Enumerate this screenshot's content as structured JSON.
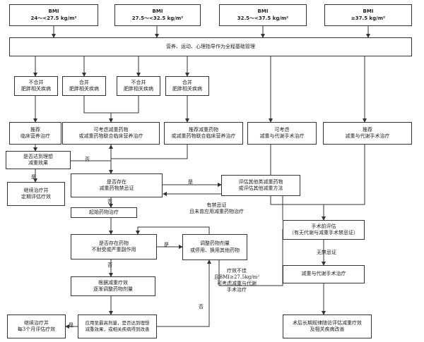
{
  "bmi": [
    {
      "title": "BMI",
      "range": "24～<27.5 kg/m²"
    },
    {
      "title": "BMI",
      "range": "27.5～<32.5 kg/m²"
    },
    {
      "title": "BMI",
      "range": "32.5～<37.5 kg/m²"
    },
    {
      "title": "BMI",
      "range": "≥37.5 kg/m²"
    }
  ],
  "base": "营养、运动、心理指导作为全程基础管理",
  "comorb": [
    "不合并\n肥胖相关疾病",
    "合并\n肥胖相关疾病",
    "不合并\n肥胖相关疾病",
    "合并\n肥胖相关疾病"
  ],
  "rec": {
    "nutrition": "推荐\n临床营养治疗",
    "consider_drug": "可考虑减重药物\n或减重药物联合临床营养治疗",
    "rec_drug": "推荐减重药物\n或减重药物联合临床营养治疗",
    "consider_surgery": "可考虑\n减重与代谢手术治疗",
    "rec_surgery": "推荐\n减重与代谢手术治疗"
  },
  "nodes": {
    "ideal": "是否达到理想\n减重效果",
    "continue": "继续治疗并\n定期评估疗效",
    "contra": "是否存在\n减重药物禁忌证",
    "eval_other": "评估其他类减重药物\n或评估其他减重方法",
    "start": "起始药物治疗",
    "intolerant": "是否存在药物\n不耐受或严重副作用",
    "adjust": "调整药物剂量\n或停用、换用其他药物",
    "titrate": "根据减重疗效\n逐渐调整药物剂量",
    "max_dose": "应用至最高剂量，是否达到理想\n减重效果，或相关疾病得到改善",
    "continue3": "继续治疗并\n每3个月评估疗效",
    "preop": "手术前评估\n（有无代谢与减重手术禁忌证）",
    "surgery": "减重与代谢手术治疗",
    "followup": "术后长期规律随访评估减重疗效\n及相关疾病改善"
  },
  "labels": {
    "yes": "是",
    "no": "否",
    "contra_note": "有禁忌证\n且未曾应用减重药物治疗",
    "no_contra": "无禁忌证",
    "poor": "疗效不佳\n且BMI≥27.5kg/m²\n可考虑减重与代谢\n手术治疗"
  }
}
